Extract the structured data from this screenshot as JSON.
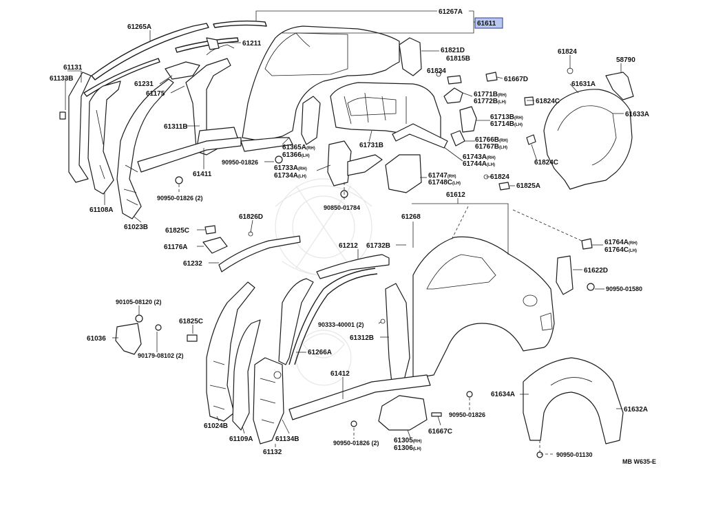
{
  "diagram": {
    "highlighted_part": "61611",
    "drawing_code": "MB W635-E",
    "labels": [
      {
        "id": "l1",
        "text": "61267A"
      },
      {
        "id": "l2",
        "text": "61611",
        "highlight": true
      },
      {
        "id": "l3",
        "text": "61265A"
      },
      {
        "id": "l4",
        "text": "61211"
      },
      {
        "id": "l5",
        "text": "61821D"
      },
      {
        "id": "l6",
        "text": "61815B"
      },
      {
        "id": "l7",
        "text": "61824"
      },
      {
        "id": "l8",
        "text": "61824"
      },
      {
        "id": "l9",
        "text": "58790"
      },
      {
        "id": "l10",
        "text": "61131"
      },
      {
        "id": "l11",
        "text": "61133B"
      },
      {
        "id": "l12",
        "text": "61231"
      },
      {
        "id": "l13",
        "text": "61175"
      },
      {
        "id": "l14",
        "text": "61667D"
      },
      {
        "id": "l15",
        "text": "61631A"
      },
      {
        "id": "l16",
        "text": "61771B",
        "suffix": "(RH)"
      },
      {
        "id": "l17",
        "text": "61772B",
        "suffix": "(LH)"
      },
      {
        "id": "l18",
        "text": "61824C"
      },
      {
        "id": "l19",
        "text": "61633A"
      },
      {
        "id": "l20",
        "text": "61311B"
      },
      {
        "id": "l21",
        "text": "61713B",
        "suffix": "(RH)"
      },
      {
        "id": "l22",
        "text": "61714B",
        "suffix": "(LH)"
      },
      {
        "id": "l23",
        "text": "61365A",
        "suffix": "(RH)"
      },
      {
        "id": "l24",
        "text": "61366",
        "suffix": "(LH)"
      },
      {
        "id": "l25",
        "text": "61731B"
      },
      {
        "id": "l26",
        "text": "61766B",
        "suffix": "(RH)"
      },
      {
        "id": "l27",
        "text": "61767B",
        "suffix": "(LH)"
      },
      {
        "id": "l28",
        "text": "61824C"
      },
      {
        "id": "l29",
        "text": "90950-01826"
      },
      {
        "id": "l30",
        "text": "61743A",
        "suffix": "(RH)"
      },
      {
        "id": "l31",
        "text": "61744A",
        "suffix": "(LH)"
      },
      {
        "id": "l32",
        "text": "61733A",
        "suffix": "(RH)"
      },
      {
        "id": "l33",
        "text": "61734A",
        "suffix": "(LH)"
      },
      {
        "id": "l34",
        "text": "61411"
      },
      {
        "id": "l35",
        "text": "61747",
        "suffix": "(RH)"
      },
      {
        "id": "l36",
        "text": "61748C",
        "suffix": "(LH)"
      },
      {
        "id": "l37",
        "text": "61824"
      },
      {
        "id": "l38",
        "text": "61825A"
      },
      {
        "id": "l39",
        "text": "90950-01826 (2)"
      },
      {
        "id": "l40",
        "text": "61108A"
      },
      {
        "id": "l41",
        "text": "90850-01784"
      },
      {
        "id": "l42",
        "text": "61612"
      },
      {
        "id": "l43",
        "text": "61023B"
      },
      {
        "id": "l44",
        "text": "61826D"
      },
      {
        "id": "l45",
        "text": "61268"
      },
      {
        "id": "l46",
        "text": "61825C"
      },
      {
        "id": "l47",
        "text": "61176A"
      },
      {
        "id": "l48",
        "text": "61212"
      },
      {
        "id": "l49",
        "text": "61732B"
      },
      {
        "id": "l50",
        "text": "61764A",
        "suffix": "(RH)"
      },
      {
        "id": "l51",
        "text": "61764C",
        "suffix": "(LH)"
      },
      {
        "id": "l52",
        "text": "61232"
      },
      {
        "id": "l53",
        "text": "61622D"
      },
      {
        "id": "l54",
        "text": "90950-01580"
      },
      {
        "id": "l55",
        "text": "90105-08120 (2)"
      },
      {
        "id": "l56",
        "text": "61825C"
      },
      {
        "id": "l57",
        "text": "90333-40001 (2)"
      },
      {
        "id": "l58",
        "text": "61036"
      },
      {
        "id": "l59",
        "text": "61312B"
      },
      {
        "id": "l60",
        "text": "90179-08102 (2)"
      },
      {
        "id": "l61",
        "text": "61266A"
      },
      {
        "id": "l62",
        "text": "61412"
      },
      {
        "id": "l63",
        "text": "61634A"
      },
      {
        "id": "l64",
        "text": "61632A"
      },
      {
        "id": "l65",
        "text": "90950-01826"
      },
      {
        "id": "l66",
        "text": "61024B"
      },
      {
        "id": "l67",
        "text": "61109A"
      },
      {
        "id": "l68",
        "text": "61134B"
      },
      {
        "id": "l69",
        "text": "61667C"
      },
      {
        "id": "l70",
        "text": "90950-01826 (2)"
      },
      {
        "id": "l71",
        "text": "61305",
        "suffix": "(RH)"
      },
      {
        "id": "l72",
        "text": "61306",
        "suffix": "(LH)"
      },
      {
        "id": "l73",
        "text": "61132"
      },
      {
        "id": "l74",
        "text": "90950-01130"
      },
      {
        "id": "l75",
        "text": "MB W635-E"
      }
    ]
  }
}
